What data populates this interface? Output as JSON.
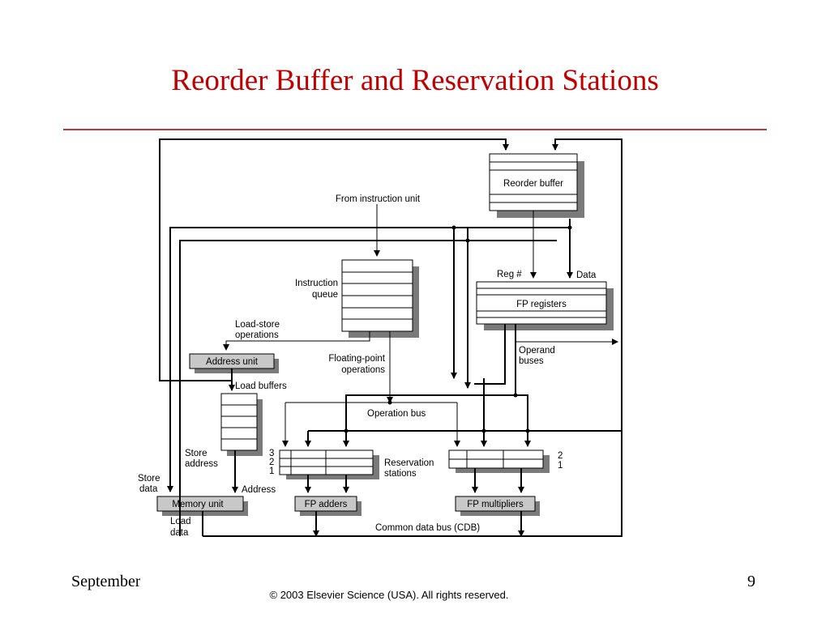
{
  "slide": {
    "title": "Reorder Buffer and Reservation Stations",
    "footer_left": "September",
    "page_number": "9",
    "copyright": "© 2003 Elsevier Science (USA). All rights reserved."
  },
  "diagram": {
    "labels": {
      "reorder_buffer": "Reorder buffer",
      "from_instruction_unit": "From instruction unit",
      "instruction_queue_line1": "Instruction",
      "instruction_queue_line2": "queue",
      "reg_num": "Reg #",
      "data": "Data",
      "fp_registers": "FP registers",
      "load_store_line1": "Load-store",
      "load_store_line2": "operations",
      "operand_buses_line1": "Operand",
      "operand_buses_line2": "buses",
      "address_unit": "Address unit",
      "floating_point_line1": "Floating-point",
      "floating_point_line2": "operations",
      "load_buffers": "Load buffers",
      "operation_bus": "Operation bus",
      "store_address_line1": "Store",
      "store_address_line2": "address",
      "rs_num_3": "3",
      "rs_num_2": "2",
      "rs_num_1": "1",
      "reservation_stations_line1": "Reservation",
      "reservation_stations_line2": "stations",
      "rs_right_2": "2",
      "rs_right_1": "1",
      "store_data_line1": "Store",
      "store_data_line2": "data",
      "address": "Address",
      "memory_unit": "Memory unit",
      "fp_adders": "FP adders",
      "fp_multipliers": "FP multipliers",
      "load_data_line1": "Load",
      "load_data_line2": "data",
      "cdb": "Common data bus (CDB)"
    }
  }
}
